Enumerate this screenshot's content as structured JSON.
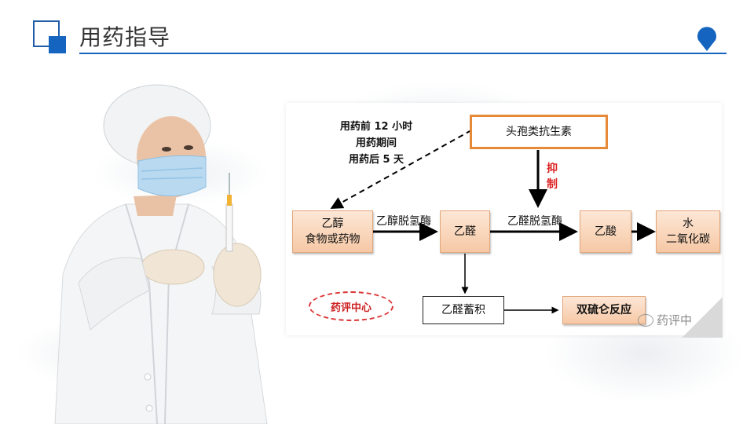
{
  "header": {
    "title": "用药指导",
    "accent_color": "#1565c0"
  },
  "diagram": {
    "drug_box": "头孢类抗生素",
    "inhibit_label": [
      "抑",
      "制"
    ],
    "timing": [
      "用药前 12 小时",
      "用药期间",
      "用药后 5 天"
    ],
    "ethanol": [
      "乙醇",
      "食物或药物"
    ],
    "enzyme_1": "乙醇脱氢酶",
    "acetaldehyde": "乙醛",
    "enzyme_2": "乙醛脱氢酶",
    "acetic_acid": "乙酸",
    "end_products": [
      "水",
      "二氧化碳"
    ],
    "accumulation": "乙醛蓄积",
    "reaction": "双硫仑反应",
    "stamp": "药评中心"
  },
  "watermark": "药评中",
  "colors": {
    "box_fill": "#f6c8a5",
    "drug_border": "#e68a3a",
    "inhibit_text": "#dd2222"
  }
}
